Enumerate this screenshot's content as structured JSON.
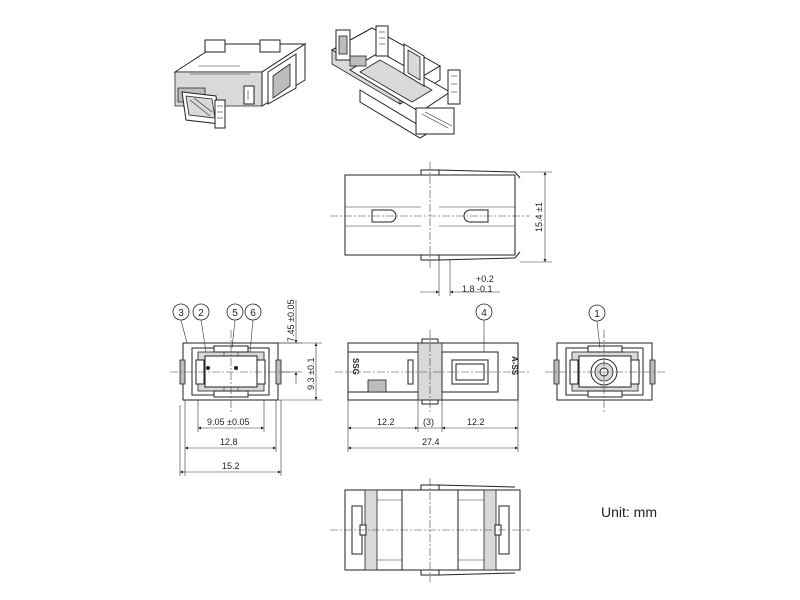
{
  "unit_label": "Unit: mm",
  "balloons": [
    "3",
    "2",
    "5",
    "6",
    "4",
    "1"
  ],
  "dimensions": {
    "width_15_4": "15.4 ±1",
    "latch_tol_plus": "+0.2",
    "latch_value": "1.8 -0.1",
    "height_7_45": "7.45 ±0.05",
    "height_9_3": "9.3 ±0.1",
    "inner_9_05": "9.05 ±0.05",
    "width_12_8": "12.8",
    "width_15_2": "15.2",
    "left_12_2": "12.2",
    "mid_3": "(3)",
    "right_12_2": "12.2",
    "length_27_4": "27.4"
  },
  "body_marking": {
    "left": "SSG",
    "right": "A-SS"
  },
  "icons": [
    "arrow-head",
    "balloon-callout",
    "centerline"
  ]
}
